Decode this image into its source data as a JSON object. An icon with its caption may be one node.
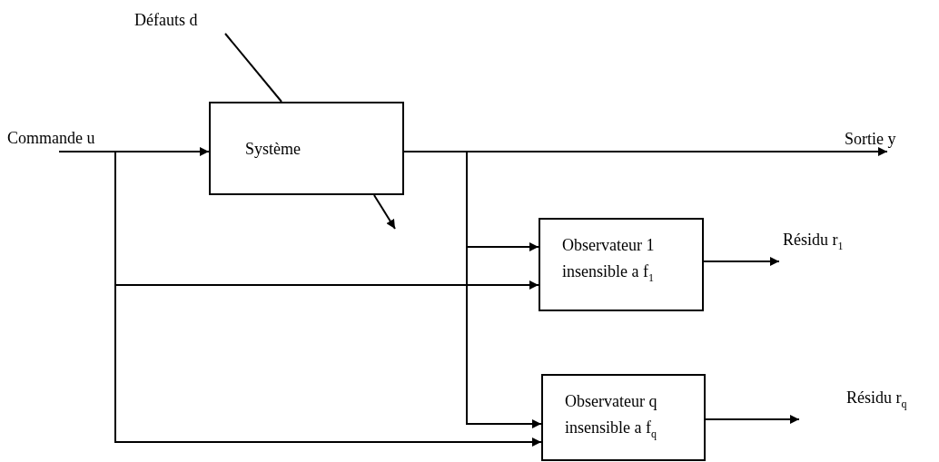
{
  "diagram": {
    "nodes": [
      {
        "text": [
          "Commande u"
        ]
      },
      {
        "text": [
          "Système"
        ]
      },
      {
        "text": [
          "Défauts d"
        ]
      },
      {
        "text": [
          "Observateur 1 insensible a f$_{1}$"
        ]
      },
      {
        "text": [
          "Observateur q insensible a f$_{q}$"
        ]
      },
      {
        "text": [
          "Sortie y"
        ]
      },
      {
        "text": [
          "Résidu r$_{1}$"
        ]
      },
      {
        "text": [
          "Résidu r$_{q}$"
        ]
      }
    ],
    "edges": [
      {
        "from": 0,
        "to": 1,
        "arrow": "to"
      },
      {
        "from": 0,
        "to": 3,
        "arrow": "to"
      },
      {
        "from": 0,
        "to": 4,
        "arrow": "to"
      },
      {
        "from": 2,
        "to": 1,
        "arrow": "none"
      },
      {
        "from": 1,
        "to": 5,
        "arrow": "to"
      },
      {
        "from": 1,
        "to": 3,
        "arrow": "to"
      },
      {
        "from": 1,
        "to": 4,
        "arrow": "to"
      },
      {
        "from": 1,
        "to": null,
        "arrow": "to"
      },
      {
        "from": 3,
        "to": 6,
        "arrow": "to"
      },
      {
        "from": 4,
        "to": 7,
        "arrow": "to"
      }
    ]
  }
}
